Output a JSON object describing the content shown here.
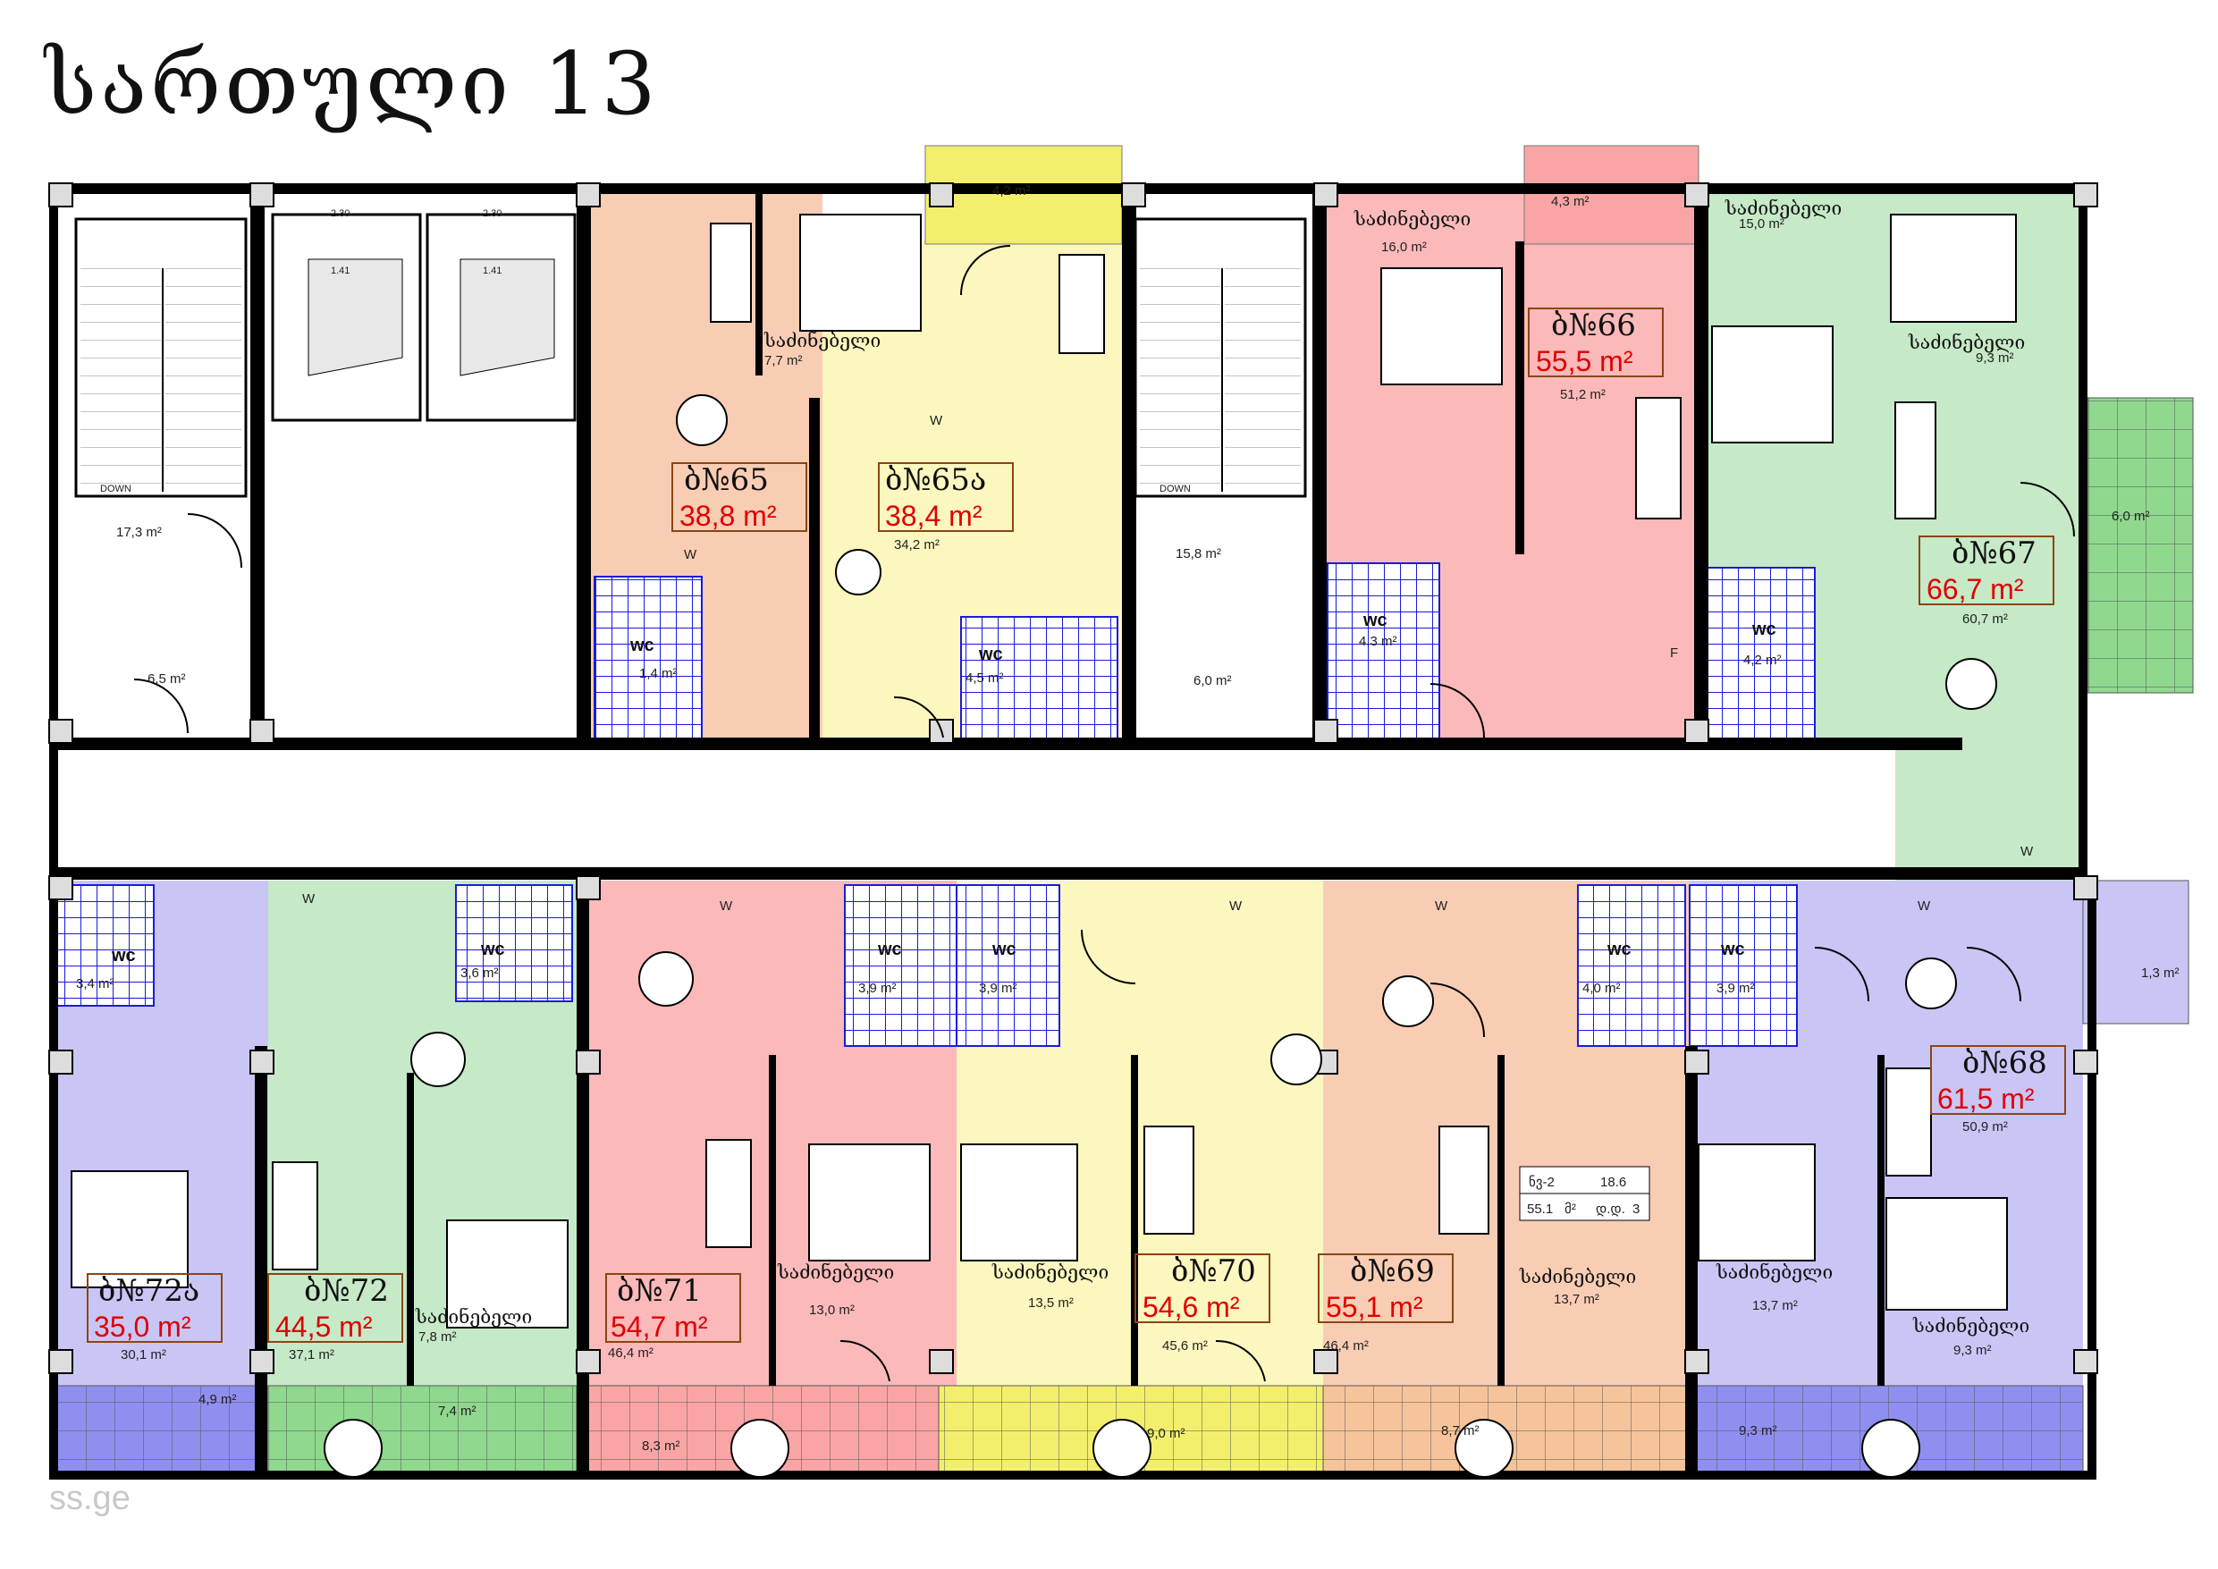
{
  "title": "სართული 13",
  "watermark": "ss.ge",
  "colors": {
    "salmon": "#f9cdb4",
    "pink": "#fbb9b9",
    "yellow": "#fbf7bf",
    "green": "#c6e9c7",
    "lavender": "#c9c6f6",
    "balcony_yellow": "#f3ef6d",
    "balcony_green": "#8fd88e",
    "balcony_blue": "#8f8ff0",
    "balcony_pink": "#f9a5a5",
    "balcony_orange": "#f6c49a",
    "wall": "#000000",
    "tile_blue": "#1a1ae0",
    "area_red": "#e00000"
  },
  "apartments": [
    {
      "id": "65",
      "name": "ბ№65",
      "area": "38,8 m²"
    },
    {
      "id": "65a",
      "name": "ბ№65ა",
      "area": "38,4 m²"
    },
    {
      "id": "66",
      "name": "ბ№66",
      "area": "55,5 m²"
    },
    {
      "id": "67",
      "name": "ბ№67",
      "area": "66,7 m²"
    },
    {
      "id": "68",
      "name": "ბ№68",
      "area": "61,5 m²"
    },
    {
      "id": "69",
      "name": "ბ№69",
      "area": "55,1 m²"
    },
    {
      "id": "70",
      "name": "ბ№70",
      "area": "54,6 m²"
    },
    {
      "id": "71",
      "name": "ბ№71",
      "area": "54,7 m²"
    },
    {
      "id": "72",
      "name": "ბ№72",
      "area": "44,5 m²"
    },
    {
      "id": "72a",
      "name": "ბ№72ა",
      "area": "35,0 m²"
    }
  ],
  "room_areas": {
    "a1": "4,2 m²",
    "a2": "4,3 m²",
    "a3": "17,3 m²",
    "a4": "6,5 m²",
    "a5": "7,7 m²",
    "a6": "34,2 m²",
    "a7": "1,4 m²",
    "a8": "4,5 m²",
    "a9": "15,8 m²",
    "a10": "6,0 m²",
    "a11": "16,0 m²",
    "a12": "51,2 m²",
    "a13": "4,3 m²",
    "a14": "15,0 m²",
    "a15": "9,3 m²",
    "a16": "6,0 m²",
    "a17": "60,7 m²",
    "a18": "4,2 m²",
    "a19": "3,4 m²",
    "a20": "3,6 m²",
    "a21": "3,9 m²",
    "a22": "3,9 m²",
    "a23": "4,0 m²",
    "a24": "3,9 m²",
    "a25": "1,3 m²",
    "a26": "50,9 m²",
    "a27": "30,1 m²",
    "a28": "37,1 m²",
    "a29": "7,8 m²",
    "a30": "46,4 m²",
    "a31": "13,0 m²",
    "a32": "13,5 m²",
    "a33": "45,6 m²",
    "a34": "46,4 m²",
    "a35": "13,7 m²",
    "a36": "13,7 m²",
    "a37": "9,3 m²",
    "a38": "4,9 m²",
    "a39": "7,4 m²",
    "a40": "8,3 m²",
    "a41": "9,0 m²",
    "a42": "8,7 m²",
    "a43": "9,3 m²"
  },
  "labels": {
    "bedroom": "საძინებელი",
    "wc": "wc",
    "washer": "W",
    "fridge": "F",
    "stairs_down": "DOWN",
    "elevator_width": "2.30",
    "elevator_depth": "1.41",
    "plate_r1": "ნვ-2",
    "plate_r1b": "18.6",
    "plate_r2": "55.1",
    "plate_r2b": "მ²",
    "plate_r2c": "დ.დ.",
    "plate_r2d": "3"
  }
}
